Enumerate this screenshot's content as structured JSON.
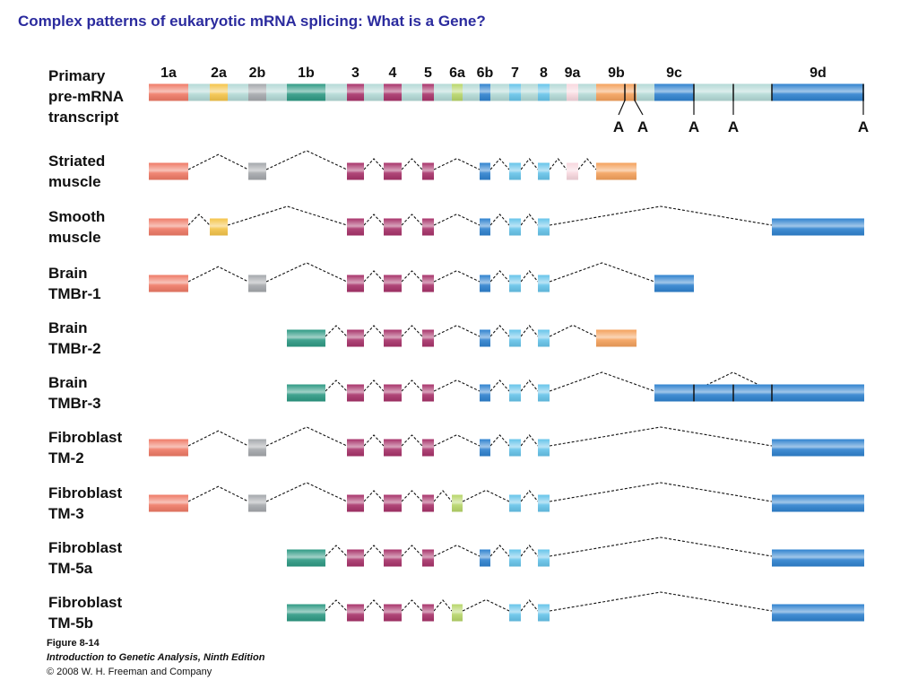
{
  "title": "Complex patterns of eukaryotic mRNA splicing:  What is a Gene?",
  "exons": [
    {
      "id": "1a",
      "color": "#ef7a66"
    },
    {
      "id": "2a",
      "color": "#f4c44a"
    },
    {
      "id": "2b",
      "color": "#a5a8ac"
    },
    {
      "id": "1b",
      "color": "#2e9a84"
    },
    {
      "id": "3",
      "color": "#a8336a"
    },
    {
      "id": "4",
      "color": "#a8336a"
    },
    {
      "id": "5",
      "color": "#a8336a"
    },
    {
      "id": "6a",
      "color": "#b7d66a"
    },
    {
      "id": "6b",
      "color": "#2f82cf"
    },
    {
      "id": "7",
      "color": "#67c4ea"
    },
    {
      "id": "8",
      "color": "#67c4ea"
    },
    {
      "id": "9a",
      "color": "#f8d8df"
    },
    {
      "id": "9b",
      "color": "#f4a15c"
    },
    {
      "id": "9c",
      "color": "#2f82cf"
    },
    {
      "id": "9d",
      "color": "#2f82cf"
    }
  ],
  "intron_color": "#b3d9d6",
  "primary": {
    "label": [
      "Primary",
      "pre-mRNA",
      "transcript"
    ],
    "polya_sites": [
      "A",
      "A",
      "A",
      "A",
      "A"
    ]
  },
  "transcripts": [
    {
      "label": [
        "Striated",
        "muscle"
      ],
      "exons": [
        "1a",
        "2b",
        "3",
        "4",
        "5",
        "6b",
        "7",
        "8",
        "9a",
        "9b"
      ]
    },
    {
      "label": [
        "Smooth",
        "muscle"
      ],
      "exons": [
        "1a",
        "2a",
        "3",
        "4",
        "5",
        "6b",
        "7",
        "8",
        "9d"
      ]
    },
    {
      "label": [
        "Brain",
        "TMBr-1"
      ],
      "exons": [
        "1a",
        "2b",
        "3",
        "4",
        "5",
        "6b",
        "7",
        "8",
        "9c"
      ]
    },
    {
      "label": [
        "Brain",
        "TMBr-2"
      ],
      "exons": [
        "1b",
        "3",
        "4",
        "5",
        "6b",
        "7",
        "8",
        "9b"
      ]
    },
    {
      "label": [
        "Brain",
        "TMBr-3"
      ],
      "exons": [
        "1b",
        "3",
        "4",
        "5",
        "6b",
        "7",
        "8",
        "9c",
        "9d"
      ]
    },
    {
      "label": [
        "Fibroblast",
        "TM-2"
      ],
      "exons": [
        "1a",
        "2b",
        "3",
        "4",
        "5",
        "6b",
        "7",
        "8",
        "9d"
      ]
    },
    {
      "label": [
        "Fibroblast",
        "TM-3"
      ],
      "exons": [
        "1a",
        "2b",
        "3",
        "4",
        "5",
        "6a",
        "7",
        "8",
        "9d"
      ]
    },
    {
      "label": [
        "Fibroblast",
        "TM-5a"
      ],
      "exons": [
        "1b",
        "3",
        "4",
        "5",
        "6b",
        "7",
        "8",
        "9d"
      ]
    },
    {
      "label": [
        "Fibroblast",
        "TM-5b"
      ],
      "exons": [
        "1b",
        "3",
        "4",
        "5",
        "6a",
        "7",
        "8",
        "9d"
      ]
    }
  ],
  "caption": {
    "figure": "Figure 8-14",
    "book": "Introduction to Genetic Analysis, Ninth Edition",
    "copyright": "© 2008 W. H. Freeman and Company"
  }
}
